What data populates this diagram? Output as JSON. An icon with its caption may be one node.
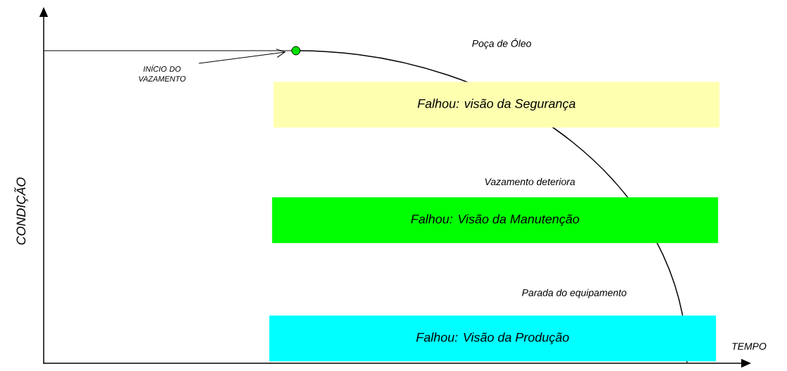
{
  "diagram": {
    "nodes": [
      {
        "text": [],
        "shape": "circle"
      },
      {
        "text": [
          "INÍCIO DO VAZAMENTO"
        ]
      },
      {
        "text": [
          "Falhou: visão da Segurança"
        ]
      },
      {
        "text": [
          "Falhou: Visão da Manutenção"
        ]
      },
      {
        "text": [
          "Falhou: Visão da Produção"
        ]
      }
    ],
    "edges": [
      {
        "from": 1,
        "to": 0,
        "arrow": "to"
      }
    ],
    "labels": [
      "Poça de Óleo",
      "Vazamento deteriora",
      "CONDIÇÃO",
      "Parada do equipamento",
      "TEMPO"
    ]
  }
}
